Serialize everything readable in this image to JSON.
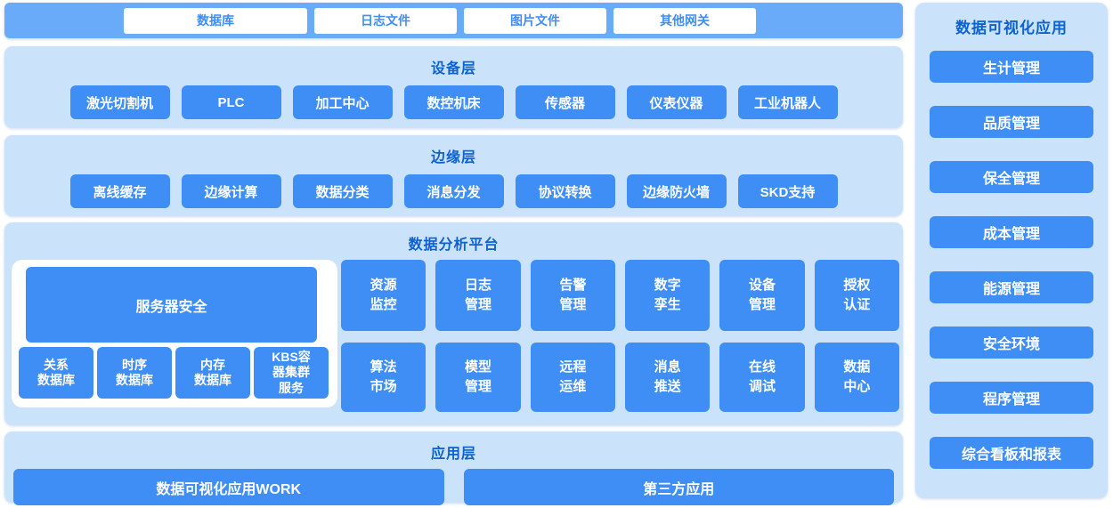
{
  "colors": {
    "accent_blue": "#3E8EF5",
    "header_band_blue": "#69ABF8",
    "panel_light_blue": "#CBE3FA",
    "title_blue": "#0D62D0"
  },
  "top_bar": {
    "items": [
      "数据库",
      "日志文件",
      "图片文件",
      "其他网关"
    ]
  },
  "device_layer": {
    "title": "设备层",
    "items": [
      "激光切割机",
      "PLC",
      "加工中心",
      "数控机床",
      "传感器",
      "仪表仪器",
      "工业机器人"
    ]
  },
  "edge_layer": {
    "title": "边缘层",
    "items": [
      "离线缓存",
      "边缘计算",
      "数据分类",
      "消息分发",
      "协议转换",
      "边缘防火墙",
      "SKD支持"
    ]
  },
  "platform": {
    "title": "数据分析平台",
    "server_panel": {
      "main": "服务器安全",
      "databases": [
        "关系\n数据库",
        "时序\n数据库",
        "内存\n数据库",
        "KBS容\n器集群\n服务"
      ]
    },
    "grid": [
      "资源\n监控",
      "日志\n管理",
      "告警\n管理",
      "数字\n孪生",
      "设备\n管理",
      "授权\n认证",
      "算法\n市场",
      "模型\n管理",
      "远程\n运维",
      "消息\n推送",
      "在线\n调试",
      "数据\n中心"
    ]
  },
  "app_layer": {
    "title": "应用层",
    "items": [
      "数据可视化应用WORK",
      "第三方应用"
    ]
  },
  "sidebar": {
    "title": "数据可视化应用",
    "items": [
      "生计管理",
      "品质管理",
      "保全管理",
      "成本管理",
      "能源管理",
      "安全环境",
      "程序管理",
      "综合看板和报表"
    ]
  }
}
